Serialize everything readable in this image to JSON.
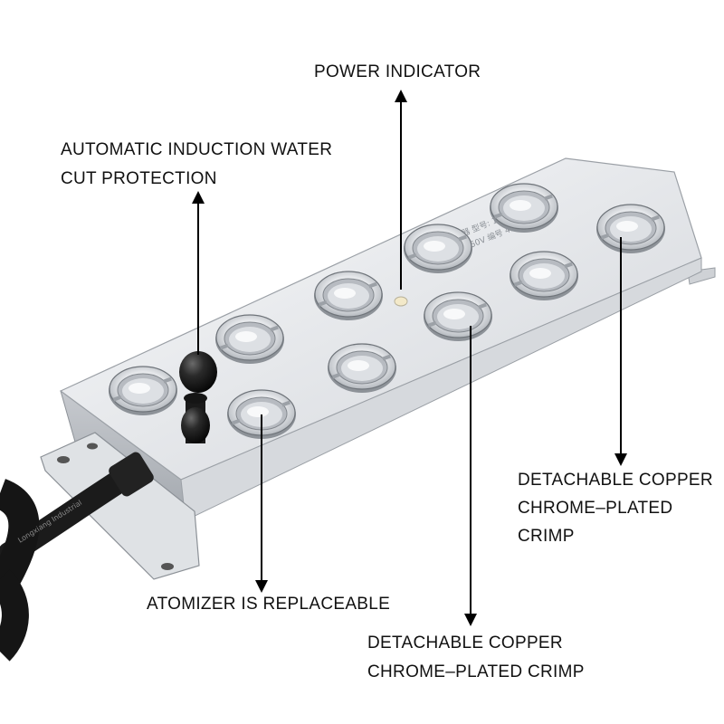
{
  "annotations": {
    "power_indicator": "POWER INDICATOR",
    "water_cut_line1": "AUTOMATIC INDUCTION WATER",
    "water_cut_line2": "CUT PROTECTION",
    "atomizer": "ATOMIZER IS REPLACEABLE",
    "crimp_right_line1": "DETACHABLE COPPER",
    "crimp_right_line2": "CHROME–PLATED",
    "crimp_right_line3": "CRIMP",
    "crimp_bottom_line1": "DETACHABLE COPPER",
    "crimp_bottom_line2": "CHROME–PLATED CRIMP"
  },
  "device": {
    "plate_text_line1": "超声波雾化器  型号: 10T4F-5C",
    "plate_text_line2": "电压 DC36-50V  编号 4.2.1.2  0821",
    "cable_text": "Longxiang Industrial"
  },
  "colors": {
    "steel_light": "#f4f5f7",
    "steel_mid": "#c9ccd1",
    "steel_dark": "#7f848b",
    "cable": "#1b1b1b",
    "arrow": "#000000"
  }
}
